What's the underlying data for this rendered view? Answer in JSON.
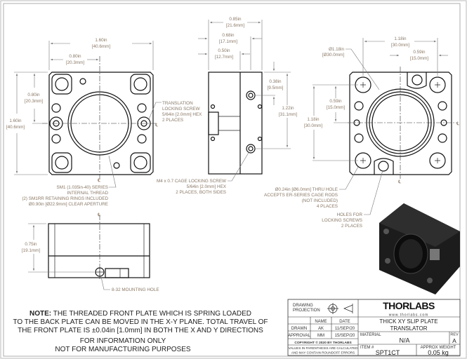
{
  "front_view": {
    "width_in": "1.60in",
    "width_mm": "[40.6mm]",
    "half_width_in": "0.80in",
    "half_width_mm": "[20.3mm]",
    "half_height_in": "0.80in",
    "half_height_mm": "[20.3mm]",
    "height_in": "1.60in",
    "height_mm": "[40.6mm]",
    "callout_translation": [
      "TRANSLATION",
      "LOCKING SCREW",
      "5/64in [2.0mm] HEX",
      "2 PLACES"
    ],
    "callout_thread": [
      "SM1 (1.035in-40) SERIES",
      "INTERNAL THREAD",
      "(2) SM1RR RETAINING RINGS INCLUDED",
      "Ø0.90in [Ø22.9mm] CLEAR APERTURE"
    ],
    "centerline": "℄"
  },
  "side_view": {
    "depth_in": "0.85in",
    "depth_mm": "[21.6mm]",
    "d2_in": "0.68in",
    "d2_mm": "[17.1mm]",
    "d3_in": "0.50in",
    "d3_mm": "[12.7mm]",
    "screw_offset_in": "0.38in",
    "screw_offset_mm": "[9.5mm]",
    "screw_span_in": "1.22in",
    "screw_span_mm": "[31.1mm]",
    "callout_cage": [
      "M4 x 0.7 CAGE LOCKING SCREW",
      "5/64in [2.0mm] HEX",
      "2 PLACES, BOTH SIDES"
    ]
  },
  "back_view": {
    "span_in": "1.18in",
    "span_mm": "[30.0mm]",
    "half_in": "0.59in",
    "half_mm": "[15.0mm]",
    "diam_in": "Ø1.18in",
    "diam_mm": "[Ø30.0mm]",
    "vhalf_in": "0.59in",
    "vhalf_mm": "[15.0mm]",
    "vspan_in": "1.18in",
    "vspan_mm": "[30.0mm]",
    "callout_holes": [
      "Ø0.24in [Ø6.0mm] THRU HOLE",
      "ACCEPTS ER-SERIES CAGE RODS",
      "(NOT INCLUDED)",
      "4 PLACES"
    ],
    "callout_locking": [
      "HOLES FOR",
      "LOCKING SCREWS",
      "2 PLACES"
    ],
    "centerline": "℄"
  },
  "bottom_view": {
    "height_in": "0.75in",
    "height_mm": "[19.1mm]",
    "callout_mount": "8-32 MOUNTING HOLE",
    "centerline": "℄"
  },
  "notes": {
    "note_label": "NOTE:",
    "note_lines": [
      "THE THREADED FRONT PLATE WHICH IS SPRING LOADED",
      "TO THE BACK PLATE CAN BE MOVED IN THE X-Y PLANE. TOTAL TRAVEL OF",
      "THE FRONT PLATE IS ±0.04in [1.0mm] IN BOTH THE X AND Y DIRECTIONS"
    ],
    "info_lines": [
      "FOR INFORMATION ONLY",
      "NOT FOR MANUFACTURING PURPOSES"
    ]
  },
  "title_block": {
    "projection_label": [
      "DRAWING",
      "PROJECTION"
    ],
    "name_header": "NAME",
    "date_header": "DATE",
    "drawn_label": "DRAWN",
    "drawn_name": "AK",
    "drawn_date": "11/SEP/20",
    "approval_label": "APPROVAL",
    "approval_name": "MM",
    "approval_date": "15/SEP/20",
    "copyright": "COPYRIGHT © 2020 BY THORLABS",
    "values_note": [
      "VALUES IN PARENTHESIS ARE CALCULATED",
      "AND MAY CONTAIN ROUNDOFF ERRORS"
    ],
    "logo": "THORLABS",
    "website": "www.thorlabs.com",
    "title": [
      "THICK XY SLIP PLATE",
      "TRANSLATOR"
    ],
    "material_label": "MATERIAL",
    "material": "N/A",
    "rev_label": "REV",
    "rev": "A",
    "item_label": "ITEM #",
    "item": "SPT1CT",
    "weight_label": "APPROX WEIGHT",
    "weight": "0.05 kg"
  }
}
